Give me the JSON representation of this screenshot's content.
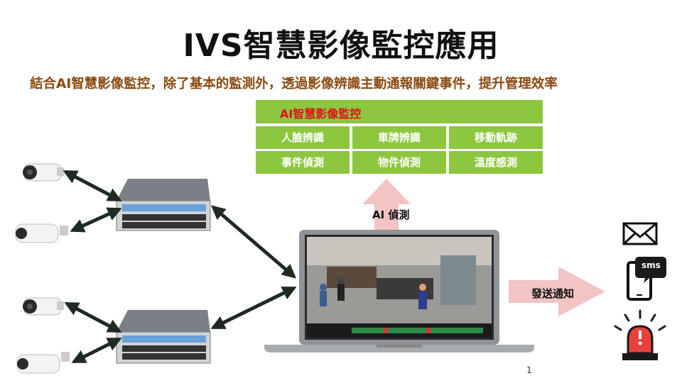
{
  "title": "IVS智慧影像監控應用",
  "subtitle": "結合AI智慧影像監控，除了基本的監測外，透過影像辨識主動通報關鍵事件，提升管理效率",
  "ai_panel": {
    "header": "AI智慧影像監控",
    "cells": [
      "人臉辨識",
      "車牌辨識",
      "移動軌跡",
      "事件偵測",
      "物件偵測",
      "溫度感測"
    ]
  },
  "labels": {
    "ai_detect": "AI 偵測",
    "send_notify": "發送通知"
  },
  "notify_icons": {
    "sms": "sms"
  },
  "page_number": "1",
  "colors": {
    "green": "#8dc63f",
    "header_red": "#e0121a",
    "arrow_pink": "#f2c4c4",
    "arrow_dark": "#1e2a22",
    "subtitle_brown": "#8a4a10",
    "siren_red": "#e8413c"
  }
}
